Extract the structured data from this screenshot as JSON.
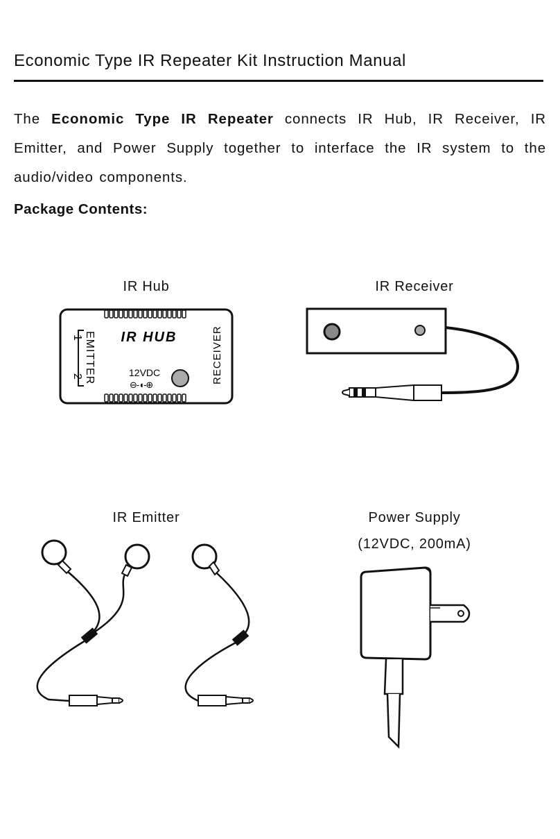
{
  "document": {
    "title": "Economic Type IR Repeater Kit Instruction Manual",
    "intro": {
      "prefix": "The ",
      "product": "Economic Type IR Repeater",
      "suffix": " connects IR Hub, IR Receiver, IR Emitter, and Power Supply together to interface the IR system to the audio/video components."
    },
    "package_heading": "Package Contents:"
  },
  "items": {
    "hub": {
      "caption": "IR Hub",
      "brand": "IR HUB",
      "emitter_label": "EMITTER",
      "port1": "1",
      "port2": "2",
      "receiver_label": "RECEIVER",
      "power_label": "12VDC",
      "polarity": "⊖-◖-⊕"
    },
    "receiver": {
      "caption": "IR Receiver"
    },
    "emitter": {
      "caption": "IR Emitter"
    },
    "power": {
      "caption": "Power Supply",
      "spec": "(12VDC, 200mA)"
    }
  }
}
